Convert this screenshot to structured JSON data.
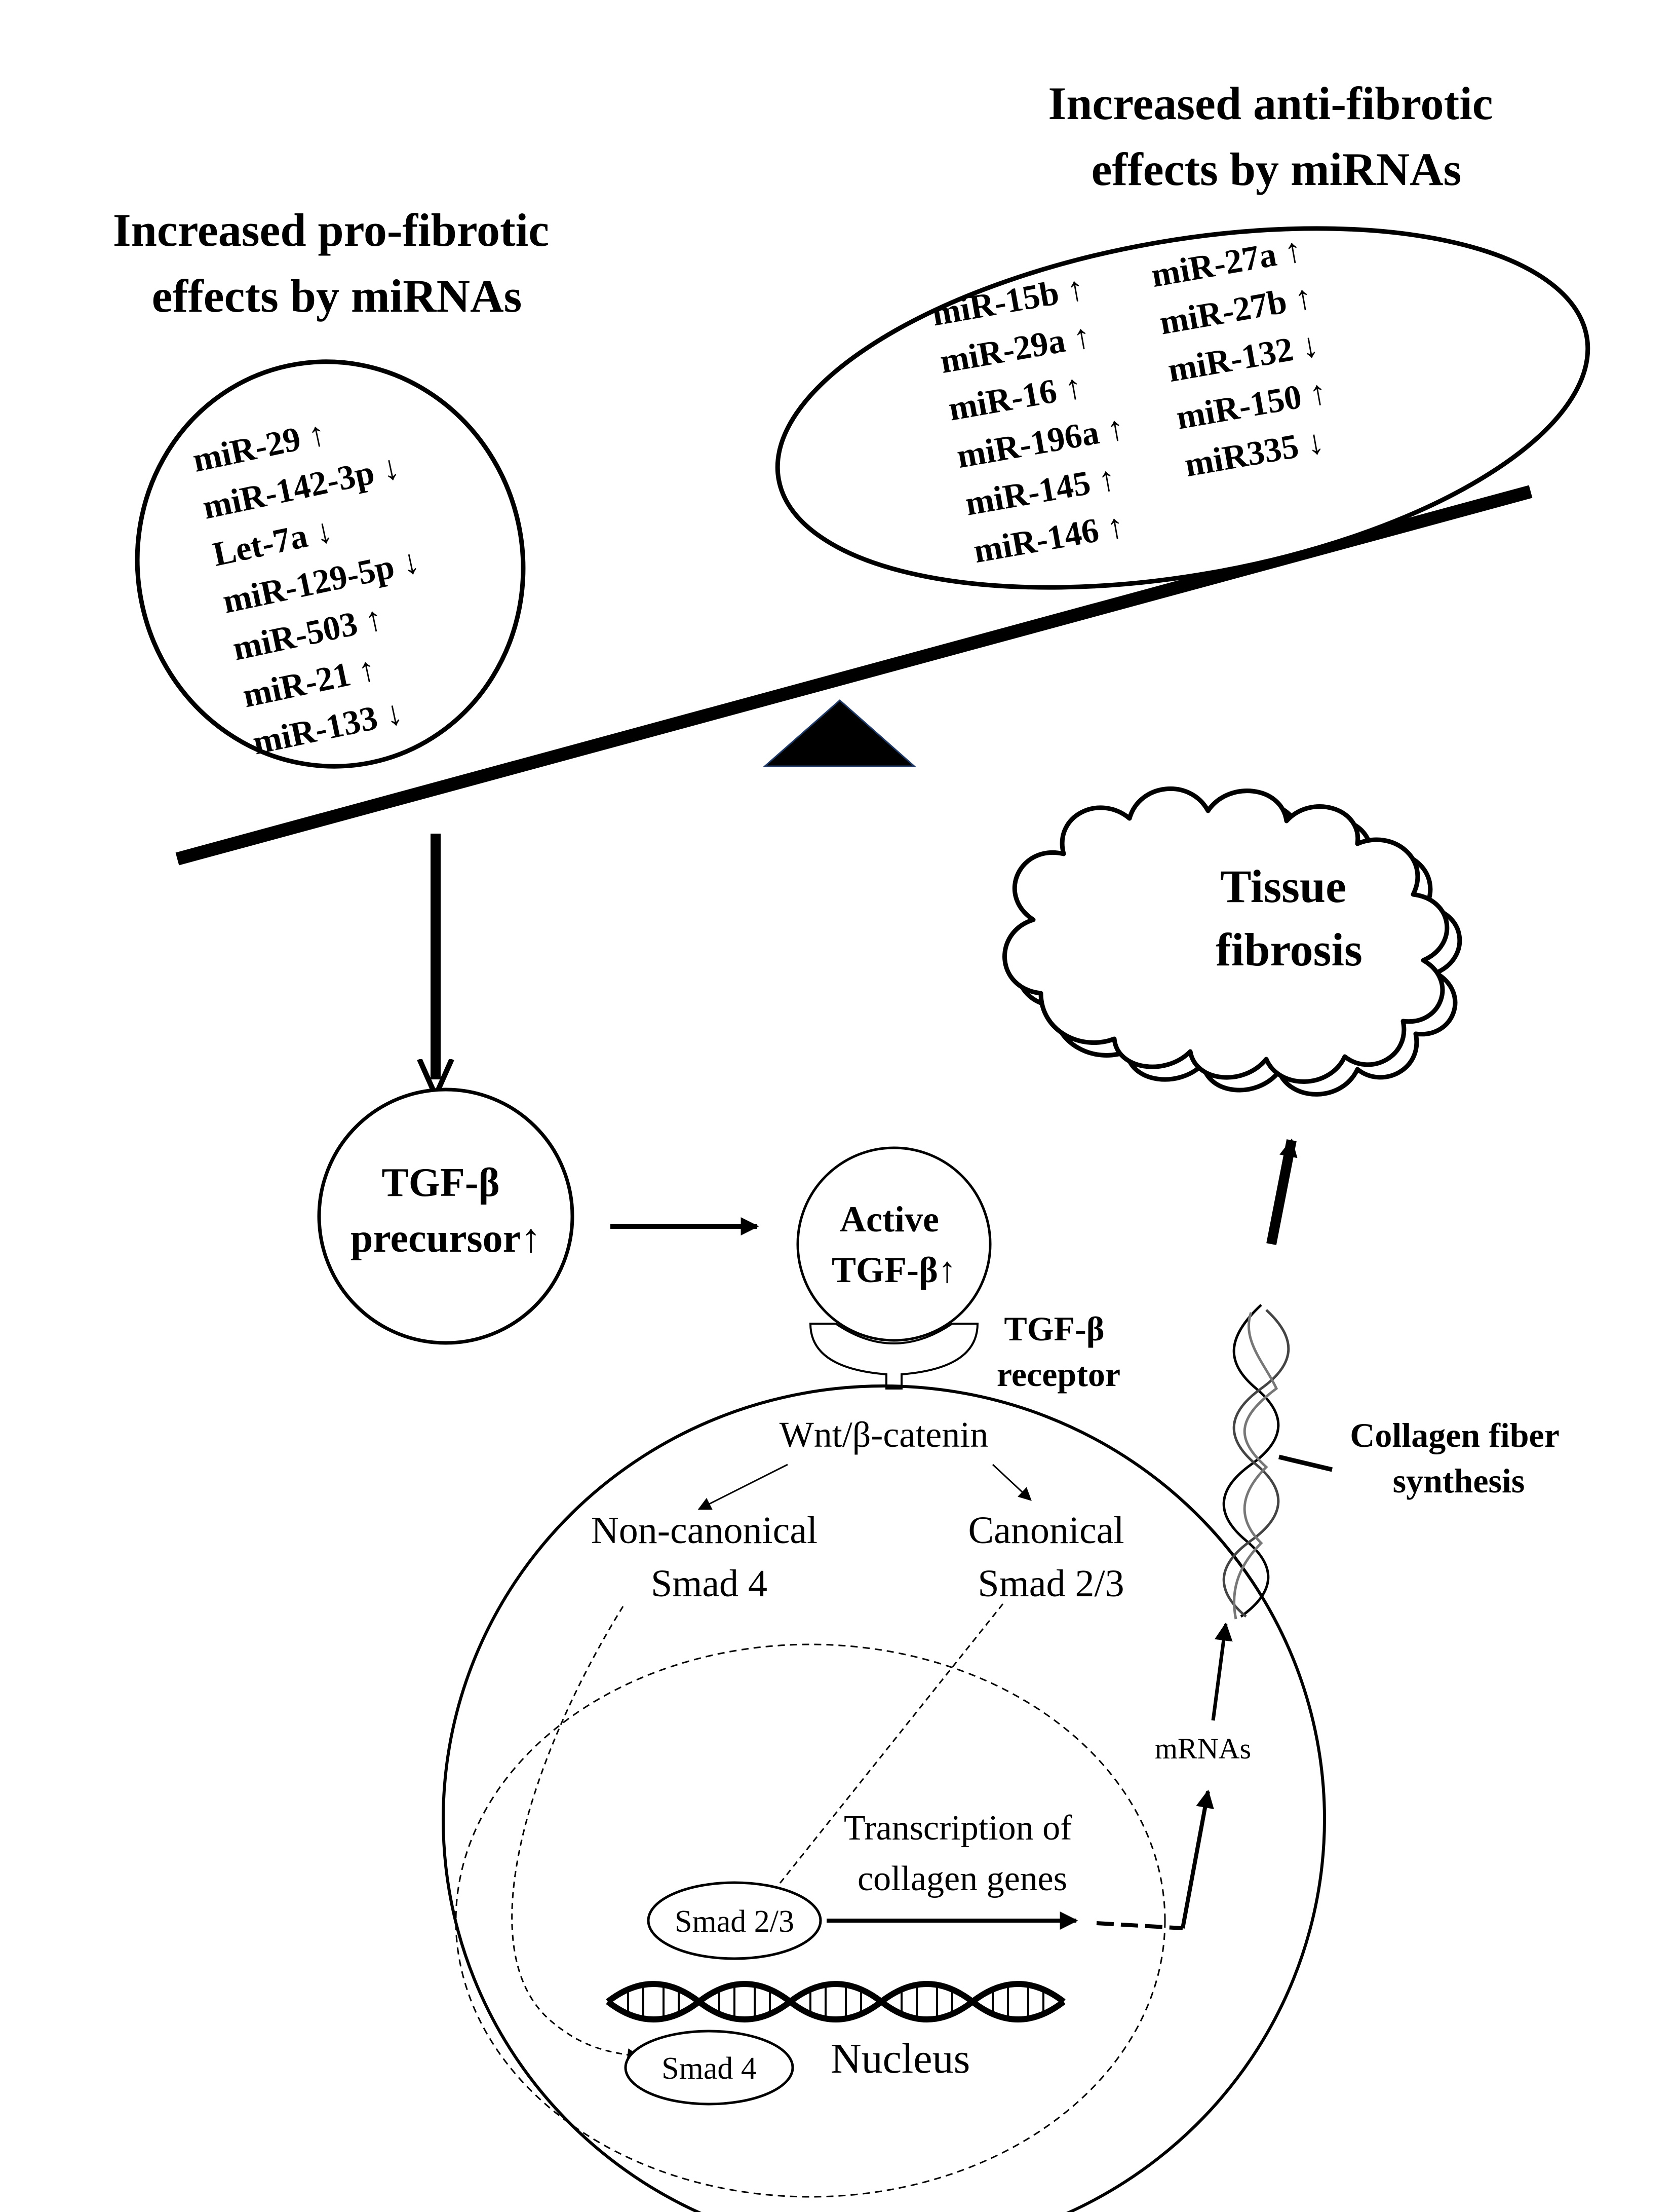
{
  "pro_fibrotic": {
    "heading": [
      "Increased pro-fibrotic",
      "effects by miRNAs"
    ],
    "items": [
      "miR-29 ↑",
      "miR-142-3p ↓",
      "Let-7a ↓",
      "miR-129-5p ↓",
      "miR-503 ↑",
      "miR-21 ↑",
      "miR-133 ↓"
    ]
  },
  "anti_fibrotic": {
    "heading": [
      "Increased anti-fibrotic",
      "effects by miRNAs"
    ],
    "left_column": [
      "miR-15b ↑",
      "miR-29a ↑",
      "miR-16 ↑",
      "miR-196a ↑",
      "miR-145 ↑",
      "miR-146 ↑"
    ],
    "right_column": [
      "miR-27a ↑",
      "miR-27b ↑",
      "miR-132 ↓",
      "miR-150 ↑",
      "miR335 ↓"
    ]
  },
  "tissue_fibrosis": [
    "Tissue",
    "fibrosis"
  ],
  "tgf_precursor": [
    "TGF-β",
    "precursor↑"
  ],
  "active_tgf": [
    "Active",
    "TGF-β↑"
  ],
  "tgf_receptor": [
    "TGF-β",
    "receptor"
  ],
  "pathway": "Wnt/β-catenin",
  "non_canonical": [
    "Non-canonical",
    "Smad 4"
  ],
  "canonical": [
    "Canonical",
    "Smad 2/3"
  ],
  "transcription": [
    "Transcription of",
    "collagen genes"
  ],
  "mrnas": "mRNAs",
  "collagen": [
    "Collagen fiber",
    "synthesis"
  ],
  "smad23": "Smad 2/3",
  "smad4": "Smad 4",
  "nucleus": "Nucleus",
  "colors": {
    "ink": "#000000",
    "background": "#ffffff",
    "fulcrum_edge": "#1f3864"
  }
}
